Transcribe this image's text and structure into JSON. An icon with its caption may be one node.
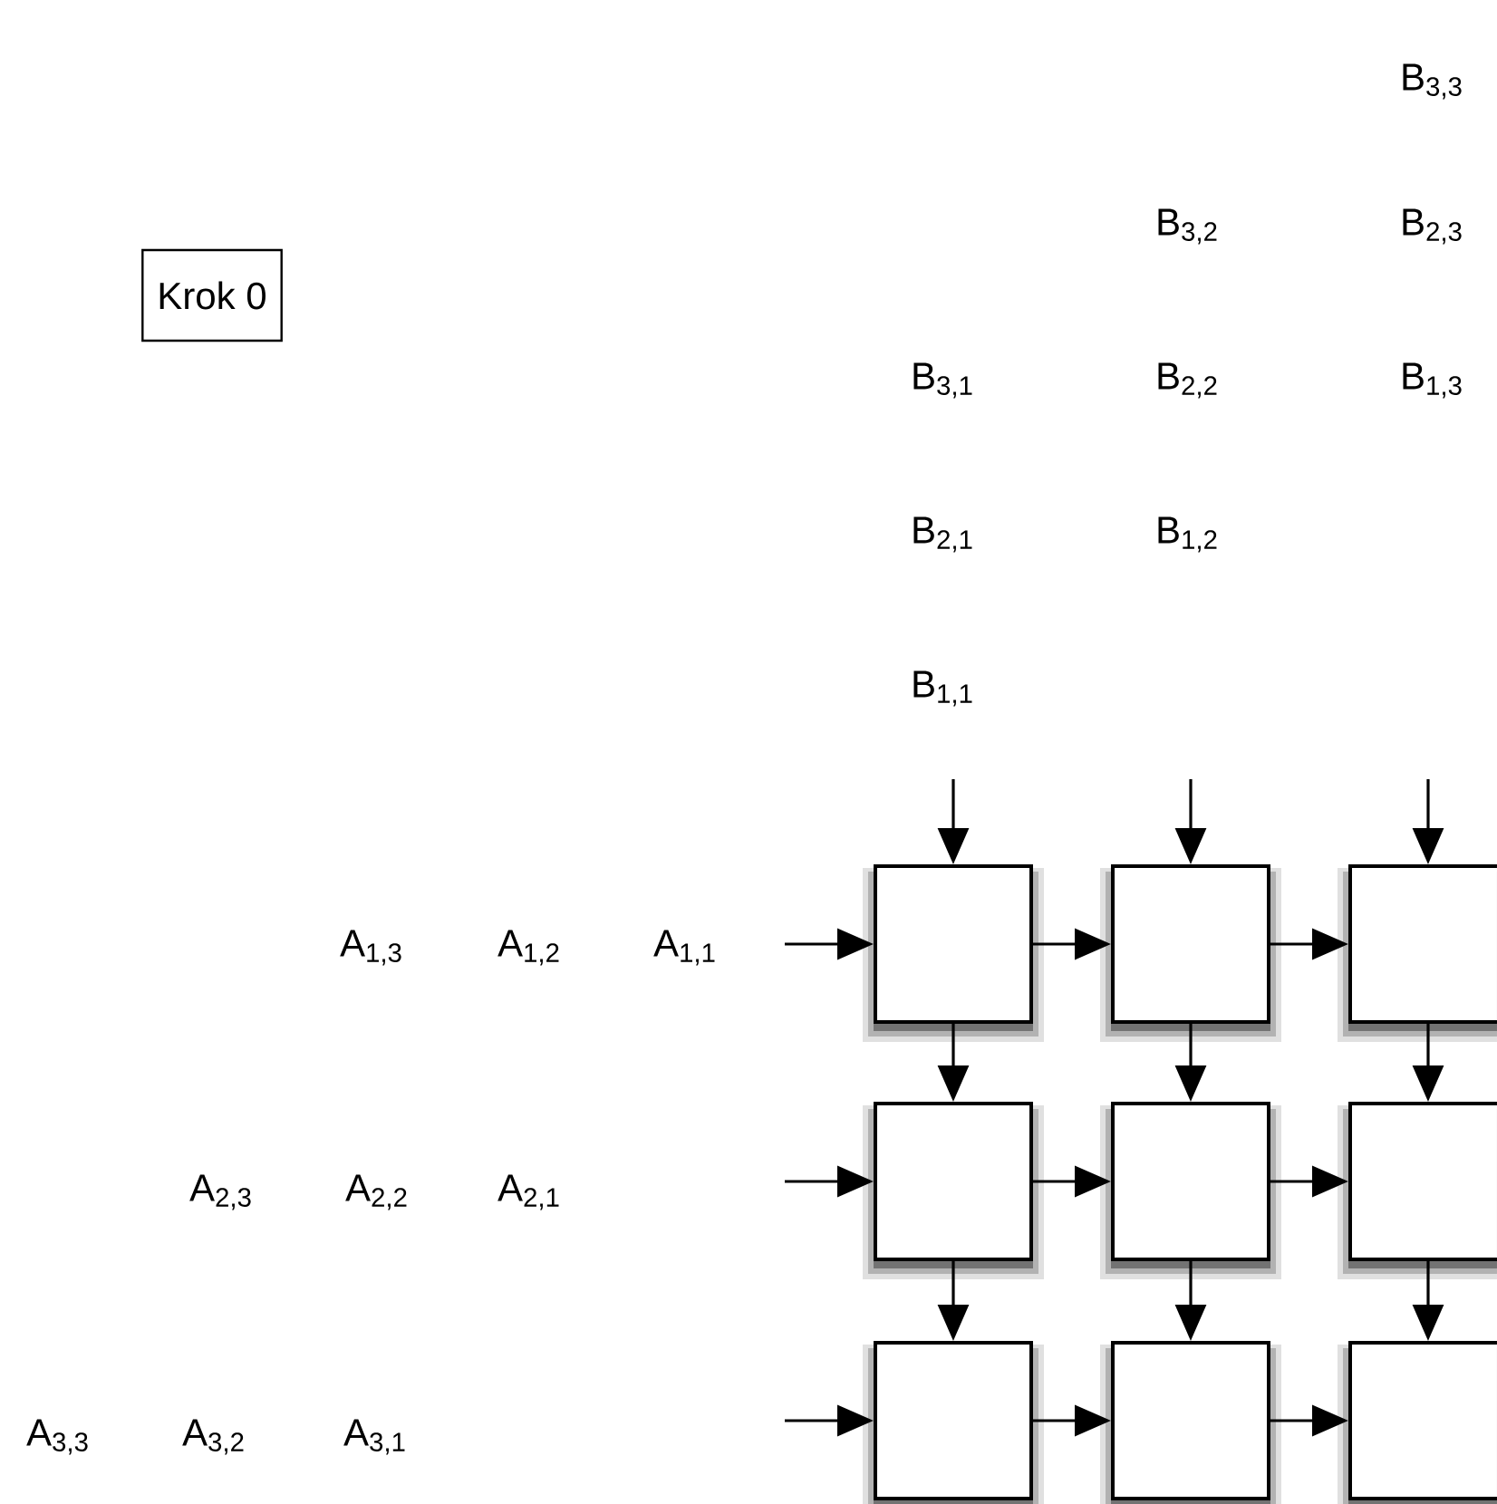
{
  "diagram": {
    "nodes": [
      {
        "text": [
          "Krok 0"
        ]
      },
      {
        "text": [],
        "shape": "box"
      },
      {
        "text": [],
        "shape": "box"
      },
      {
        "text": [],
        "shape": "box"
      },
      {
        "text": [],
        "shape": "box"
      },
      {
        "text": [],
        "shape": "box"
      },
      {
        "text": [],
        "shape": "box"
      },
      {
        "text": [],
        "shape": "box"
      },
      {
        "text": [],
        "shape": "box"
      },
      {
        "text": [],
        "shape": "box"
      }
    ],
    "edges": [
      {
        "from": null,
        "to": 1,
        "arrow": "to"
      },
      {
        "from": null,
        "to": 2,
        "arrow": "to"
      },
      {
        "from": null,
        "to": 3,
        "arrow": "to"
      },
      {
        "from": null,
        "to": 1,
        "arrow": "to"
      },
      {
        "from": 1,
        "to": 2,
        "arrow": "to"
      },
      {
        "from": 2,
        "to": 3,
        "arrow": "to"
      },
      {
        "from": 1,
        "to": 4,
        "arrow": "to"
      },
      {
        "from": 2,
        "to": 5,
        "arrow": "to"
      },
      {
        "from": 3,
        "to": 6,
        "arrow": "to"
      },
      {
        "from": null,
        "to": 4,
        "arrow": "to"
      },
      {
        "from": 4,
        "to": 5,
        "arrow": "to"
      },
      {
        "from": 5,
        "to": 6,
        "arrow": "to"
      },
      {
        "from": 4,
        "to": 7,
        "arrow": "to"
      },
      {
        "from": 5,
        "to": 8,
        "arrow": "to"
      },
      {
        "from": 6,
        "to": 9,
        "arrow": "to"
      },
      {
        "from": null,
        "to": 7,
        "arrow": "to"
      },
      {
        "from": 7,
        "to": 8,
        "arrow": "to"
      },
      {
        "from": 8,
        "to": 9,
        "arrow": "to"
      }
    ],
    "labels": [
      "B$_{3,3}$",
      "B$_{3,2}$",
      "B$_{2,3}$",
      "B$_{3,1}$",
      "B$_{2,2}$",
      "B$_{1,3}$",
      "B$_{2,1}$",
      "B$_{1,2}$",
      "B$_{1,1}$",
      "A$_{1,3}$",
      "A$_{1,2}$",
      "A$_{1,1}$",
      "A$_{2,3}$",
      "A$_{2,2}$",
      "A$_{2,1}$",
      "A$_{3,3}$",
      "A$_{3,2}$",
      "A$_{3,1}$"
    ]
  }
}
